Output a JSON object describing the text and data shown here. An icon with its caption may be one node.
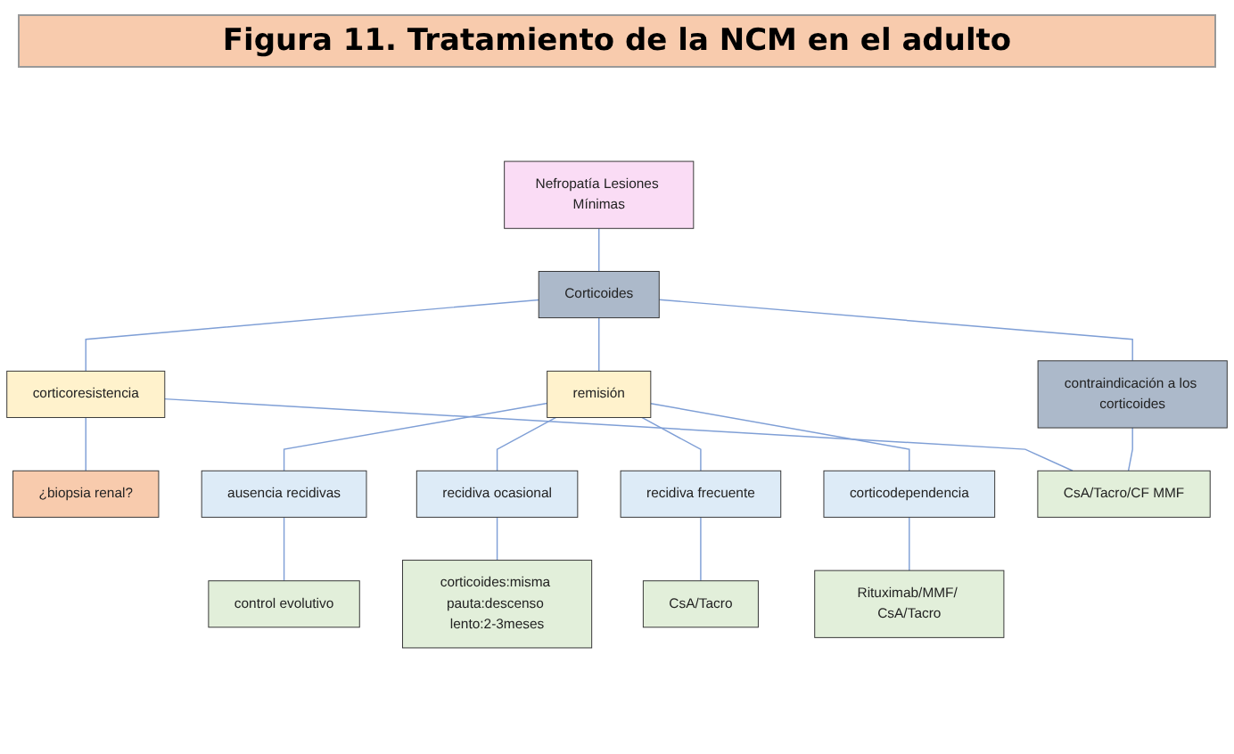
{
  "diagram": {
    "title": "Figura 11. Tratamiento de la NCM en el adulto",
    "nodes": [
      {
        "text": [
          "Nefropatía Lesiones Mínimas"
        ]
      },
      {
        "text": [
          "Corticoides"
        ]
      },
      {
        "text": [
          "contraindicación a los corticoides"
        ]
      },
      {
        "text": [
          "remisión"
        ]
      },
      {
        "text": [
          "corticoresistencia"
        ]
      },
      {
        "text": [
          "¿biopsia renal?"
        ]
      },
      {
        "text": [
          "ausencia recidivas"
        ]
      },
      {
        "text": [
          "recidiva ocasional"
        ]
      },
      {
        "text": [
          "recidiva frecuente"
        ]
      },
      {
        "text": [
          "corticodependencia"
        ]
      },
      {
        "text": [
          "control evolutivo"
        ]
      },
      {
        "text": [
          "corticoides:misma pauta:descenso lento:2-3meses"
        ]
      },
      {
        "text": [
          "CsA/Tacro"
        ]
      },
      {
        "text": [
          "Rituximab/MMF/ CsA/Tacro"
        ]
      },
      {
        "text": [
          "CsA/Tacro/CF MMF"
        ]
      }
    ],
    "edges": [
      {
        "from": 0,
        "to": 1,
        "arrow": "none"
      },
      {
        "from": 1,
        "to": 2,
        "arrow": "none"
      },
      {
        "from": 1,
        "to": 3,
        "arrow": "none"
      },
      {
        "from": 1,
        "to": 4,
        "arrow": "none"
      },
      {
        "from": 2,
        "to": 14,
        "arrow": "none"
      },
      {
        "from": 4,
        "to": 5,
        "arrow": "none"
      },
      {
        "from": 4,
        "to": 14,
        "arrow": "none"
      },
      {
        "from": 3,
        "to": 6,
        "arrow": "none"
      },
      {
        "from": 3,
        "to": 7,
        "arrow": "none"
      },
      {
        "from": 3,
        "to": 8,
        "arrow": "none"
      },
      {
        "from": 3,
        "to": 9,
        "arrow": "none"
      },
      {
        "from": 6,
        "to": 10,
        "arrow": "none"
      },
      {
        "from": 7,
        "to": 11,
        "arrow": "none"
      },
      {
        "from": 8,
        "to": 12,
        "arrow": "none"
      },
      {
        "from": 9,
        "to": 13,
        "arrow": "none"
      }
    ]
  }
}
